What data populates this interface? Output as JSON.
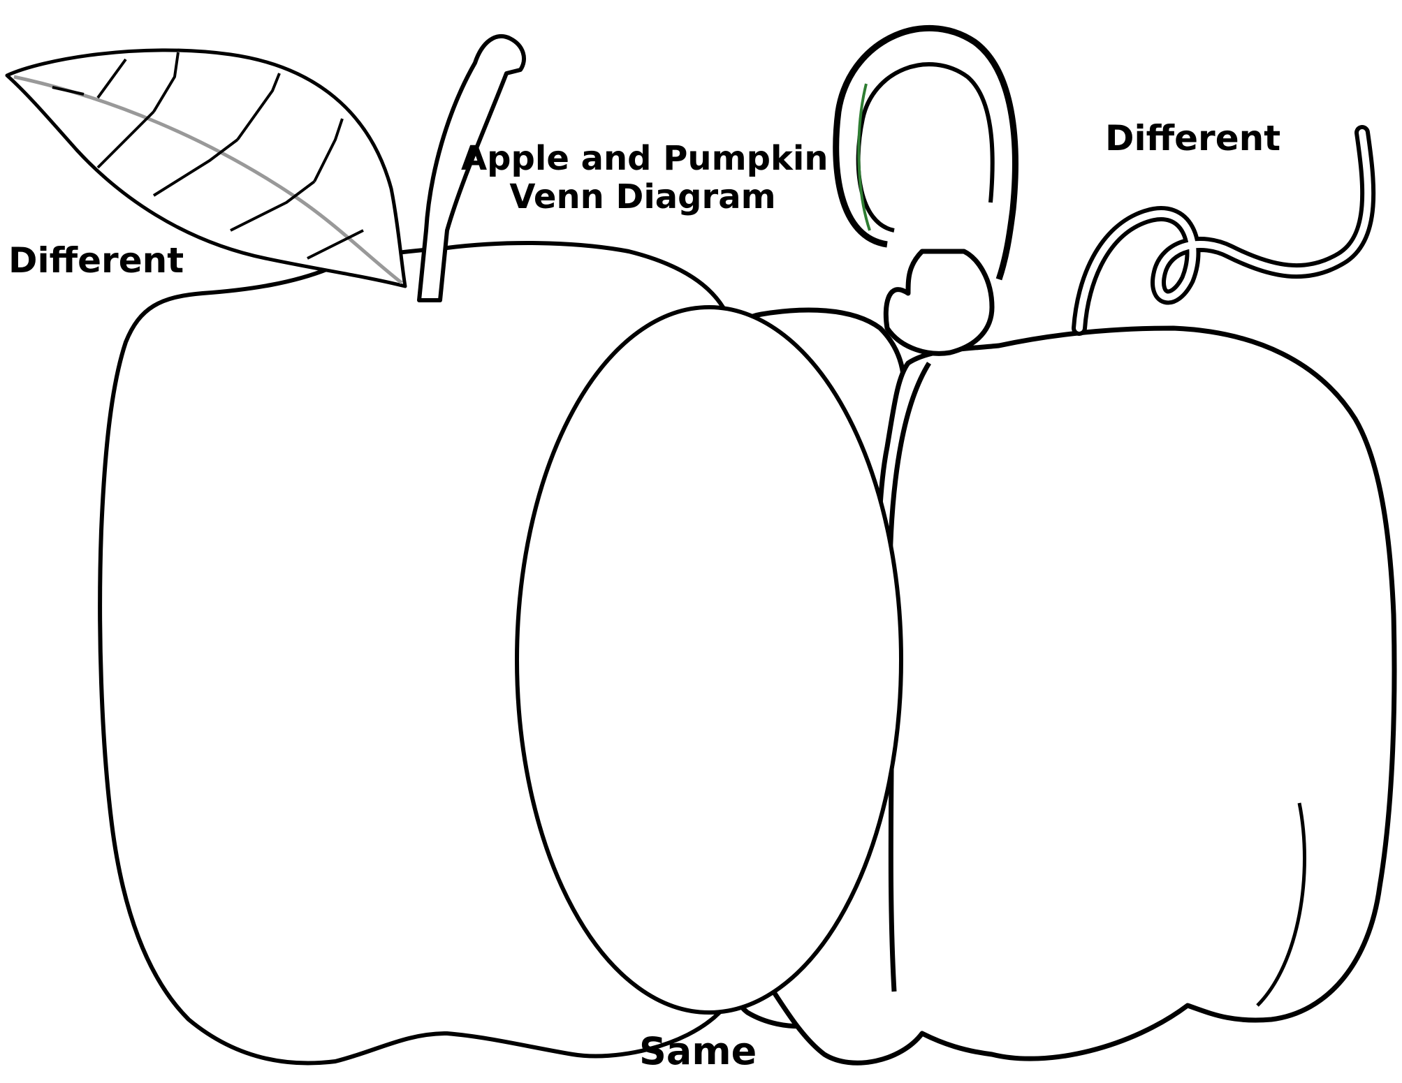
{
  "title": {
    "line1": "Apple and Pumpkin",
    "line2": "Venn Diagram"
  },
  "regions": {
    "left_label": "Different",
    "right_label": "Different",
    "center_label": "Same"
  },
  "colors": {
    "outline": "#000000",
    "background": "#ffffff",
    "stem_accent": "#2e7d32"
  },
  "icons": [
    "apple-icon",
    "leaf-icon",
    "pumpkin-icon",
    "vine-icon"
  ]
}
